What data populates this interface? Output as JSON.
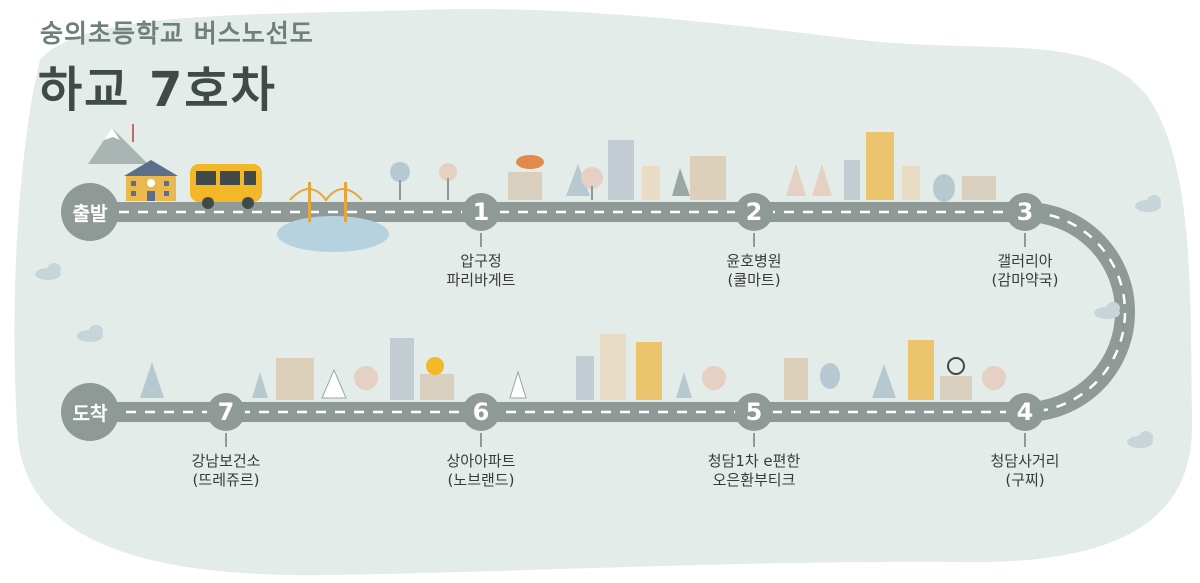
{
  "header": {
    "school": "숭의초등학교 버스노선도",
    "route": "하교 7호차"
  },
  "endpoints": {
    "start": "출발",
    "end": "도착"
  },
  "stops": [
    {
      "num": "1",
      "name": "압구정",
      "sub": "파리바게트"
    },
    {
      "num": "2",
      "name": "윤호병원",
      "sub": "(쿨마트)"
    },
    {
      "num": "3",
      "name": "갤러리아",
      "sub": "(감마약국)"
    },
    {
      "num": "4",
      "name": "청담사거리",
      "sub": "(구찌)"
    },
    {
      "num": "5",
      "name": "청담1차 e편한",
      "sub": "오은환부티크"
    },
    {
      "num": "6",
      "name": "상아아파트",
      "sub": "(노브랜드)"
    },
    {
      "num": "7",
      "name": "강남보건소",
      "sub": "(뜨레쥬르)"
    }
  ],
  "colors": {
    "blob": "#e3ece9",
    "road": "#8f9a97",
    "dash": "#ffffff",
    "text_title": "#3f4a49",
    "bus": "#f3b828",
    "water": "#b6d2df"
  }
}
